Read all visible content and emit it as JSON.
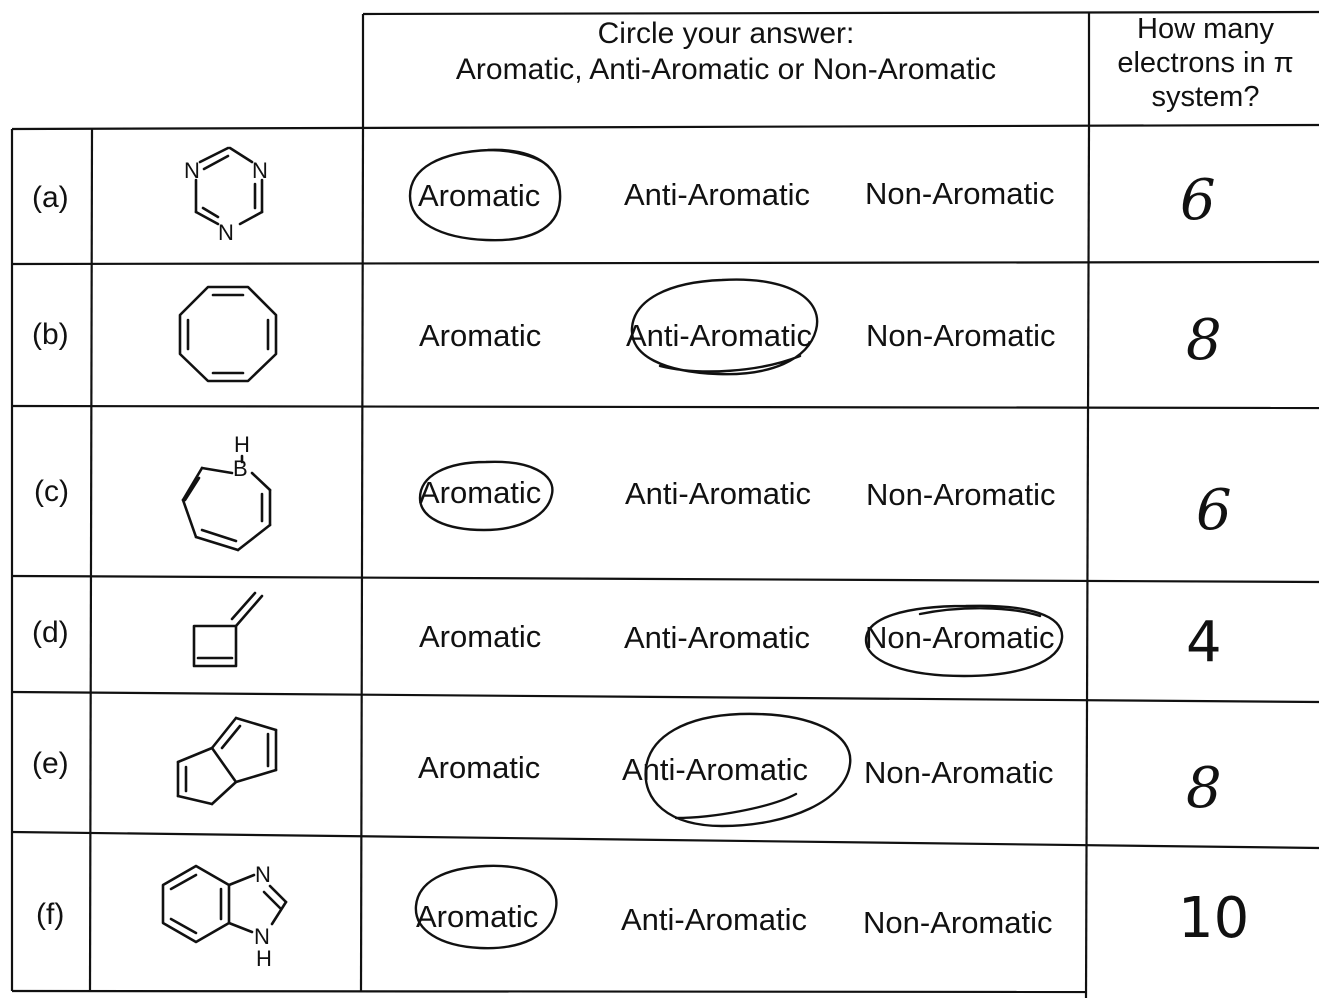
{
  "header": {
    "col2_line1": "Circle your answer:",
    "col2_line2": "Aromatic, Anti-Aromatic or Non-Aromatic",
    "col3_line1": "How many",
    "col3_line2": "electrons in π",
    "col3_line3": "system?"
  },
  "options": {
    "aromatic": "Aromatic",
    "anti": "Anti-Aromatic",
    "non": "Non-Aromatic"
  },
  "rows": [
    {
      "label": "(a)",
      "circled": "aromatic",
      "electrons": "6",
      "atoms": [
        "N",
        "N",
        "N"
      ]
    },
    {
      "label": "(b)",
      "circled": "anti",
      "electrons": "8"
    },
    {
      "label": "(c)",
      "circled": "aromatic",
      "electrons": "6",
      "atoms": [
        "H",
        "B"
      ]
    },
    {
      "label": "(d)",
      "circled": "non",
      "electrons": "4"
    },
    {
      "label": "(e)",
      "circled": "anti",
      "electrons": "8"
    },
    {
      "label": "(f)",
      "circled": "aromatic",
      "electrons": "10",
      "atoms": [
        "N",
        "N",
        "H"
      ]
    }
  ]
}
